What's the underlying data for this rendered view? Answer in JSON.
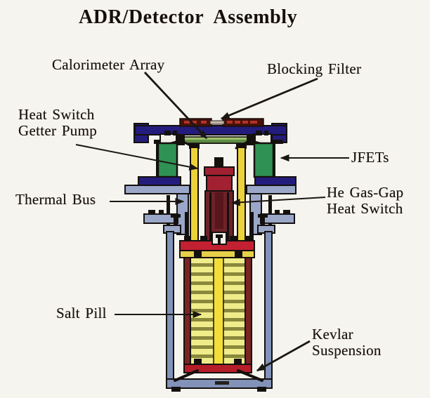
{
  "figure": {
    "title": "ADR/Detector  Assembly",
    "type": "labeled cutaway diagram"
  },
  "labels": {
    "calorimeter_array": "Calorimeter Array",
    "blocking_filter": "Blocking Filter",
    "heat_switch_getter_pump_line1": "Heat Switch",
    "heat_switch_getter_pump_line2": "Getter Pump",
    "jfets": "JFETs",
    "thermal_bus": "Thermal Bus",
    "he_gas_gap_line1": "He Gas-Gap",
    "he_gas_gap_line2": "Heat Switch",
    "salt_pill": "Salt Pill",
    "kevlar_line1": "Kevlar",
    "kevlar_line2": "Suspension"
  },
  "colors": {
    "background": "#f6f4ef",
    "text": "#1b140f",
    "outline_black": "#14100e",
    "top_plate_navy": "#241c7c",
    "jfet_green": "#2f9254",
    "rod_yellow": "#ecd23a",
    "getter_crimson": "#a12132",
    "gas_gap_maroon": "#6e2228",
    "cap_red": "#c32031",
    "bottom_red": "#b51d28",
    "salt_pill_stripe_light": "#f0ec8a",
    "salt_pill_stripe_dark": "#8a883c",
    "can_steel_blue": "#8292b8",
    "bus_steel_blue": "#9aa7c9",
    "chip_brown": "#451208"
  }
}
